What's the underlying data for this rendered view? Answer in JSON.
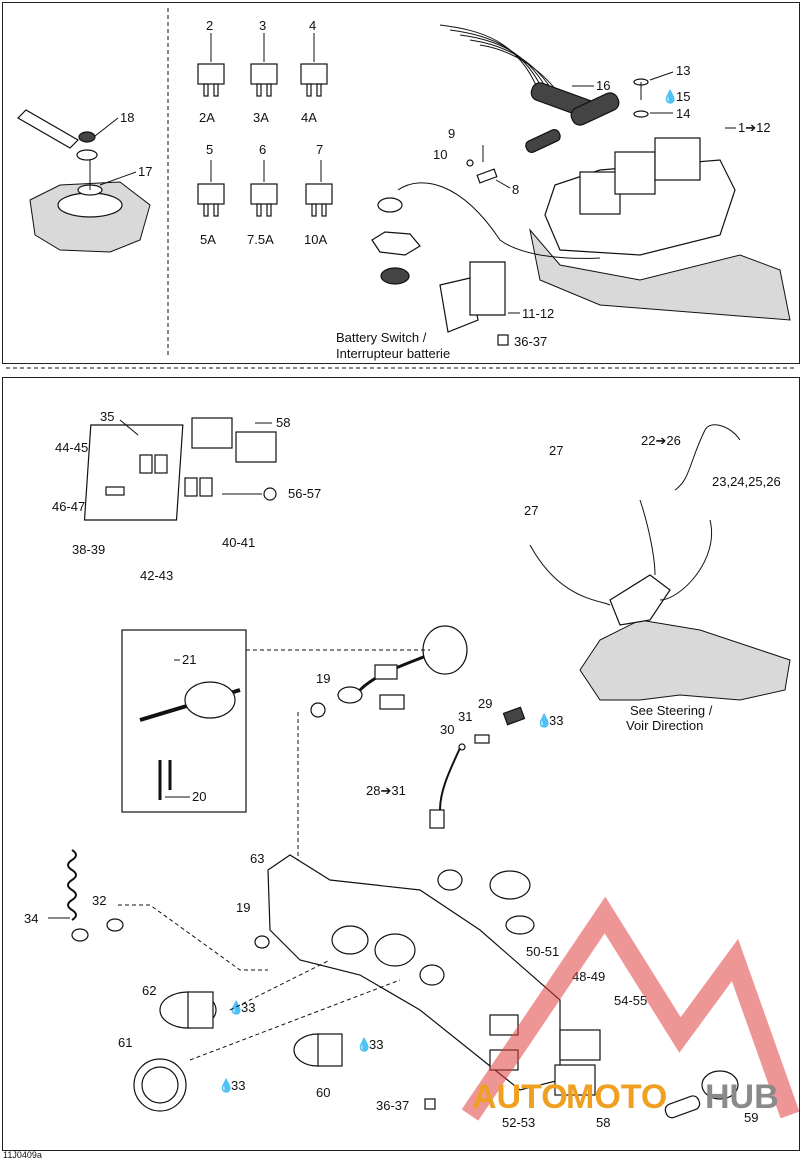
{
  "top": {
    "fuses": [
      {
        "num": "2",
        "rating": "2A"
      },
      {
        "num": "3",
        "rating": "3A"
      },
      {
        "num": "4",
        "rating": "4A"
      },
      {
        "num": "5",
        "rating": "5A"
      },
      {
        "num": "6",
        "rating": "7.5A"
      },
      {
        "num": "7",
        "rating": "10A"
      }
    ],
    "labels": {
      "p18": "18",
      "p17": "17",
      "p16": "16",
      "p13": "13",
      "p15": "15",
      "p14": "14",
      "p1_12": "1➔12",
      "p9": "9",
      "p10": "10",
      "p8": "8",
      "p11_12": "11-12",
      "p36_37": "36-37",
      "battery_switch_en": "Battery Switch /",
      "battery_switch_fr": "Interrupteur batterie"
    }
  },
  "bottom": {
    "labels": {
      "p35": "35",
      "p58a": "58",
      "p44_45": "44-45",
      "p46_47": "46-47",
      "p38_39": "38-39",
      "p42_43": "42-43",
      "p40_41": "40-41",
      "p56_57": "56-57",
      "p27a": "27",
      "p22_26": "22➔26",
      "p23_26": "23,24,25,26",
      "p27b": "27",
      "p21": "21",
      "p20": "20",
      "p19a": "19",
      "p29": "29",
      "p31": "31",
      "p30": "30",
      "p33a": "33",
      "p28_31": "28➔31",
      "see_steering_en": "See Steering /",
      "see_steering_fr": "Voir Direction",
      "p63": "63",
      "p32": "32",
      "p34": "34",
      "p19b": "19",
      "p50_51": "50-51",
      "p48_49": "48-49",
      "p54_55": "54-55",
      "p62": "62",
      "p33b": "33",
      "p60": "60",
      "p33c": "33",
      "p61": "61",
      "p33d": "33",
      "p36_37b": "36-37",
      "p52_53": "52-53",
      "p58b": "58",
      "p59": "59"
    }
  },
  "watermark": {
    "text_a": "AUTO",
    "text_b": "MOTO",
    "text_c": "HUB",
    "color_red": "#e04040",
    "color_orange": "#f0a020",
    "color_gray": "#8a8a8a"
  },
  "doc_code": "11J0409a"
}
